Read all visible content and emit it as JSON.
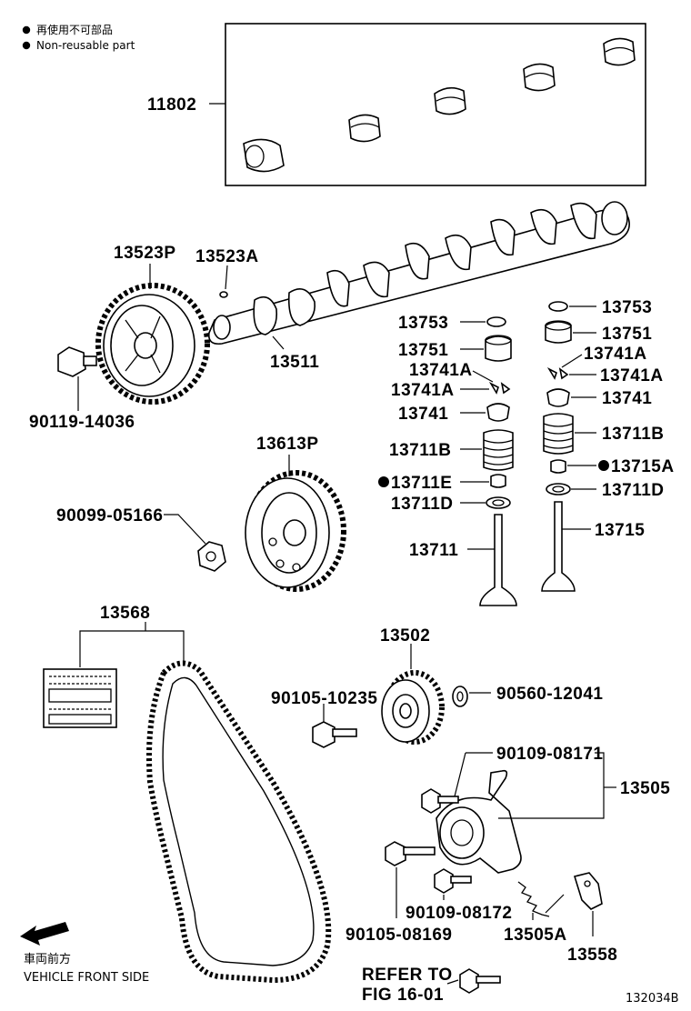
{
  "legend": {
    "line1": "再使用不可部品",
    "line2": "Non-reusable part"
  },
  "callouts": {
    "p11802": "11802",
    "p13523P": "13523P",
    "p13523A": "13523A",
    "p13511": "13511",
    "p90119": "90119-14036",
    "p13613P": "13613P",
    "p90099": "90099-05166",
    "p13753_l": "13753",
    "p13751_l": "13751",
    "p13741A_l1": "13741A",
    "p13741A_l2": "13741A",
    "p13741_l": "13741",
    "p13711B": "13711B",
    "p13711E": "13711E",
    "p13711D_l": "13711D",
    "p13711": "13711",
    "p13753_r": "13753",
    "p13751_r": "13751",
    "p13741A_r1": "13741A",
    "p13741A_r2": "13741A",
    "p13741_r": "13741",
    "p13711B_r": "13711B",
    "p13715A": "13715A",
    "p13711D_r": "13711D",
    "p13715": "13715",
    "p13568": "13568",
    "p13502": "13502",
    "p90105a": "90105-10235",
    "p90560": "90560-12041",
    "p90109a": "90109-08171",
    "p13505": "13505",
    "p90109b": "90109-08172",
    "p90105b": "90105-08169",
    "p13505A": "13505A",
    "p13558": "13558",
    "refer1": "REFER TO",
    "refer2": "FIG 16-01"
  },
  "footer": {
    "front_jp": "車両前方",
    "front_en": "VEHICLE FRONT SIDE",
    "code": "132034B"
  },
  "icons": {
    "nonreusable": "filled-dot-icon",
    "front": "arrow-left-icon"
  }
}
